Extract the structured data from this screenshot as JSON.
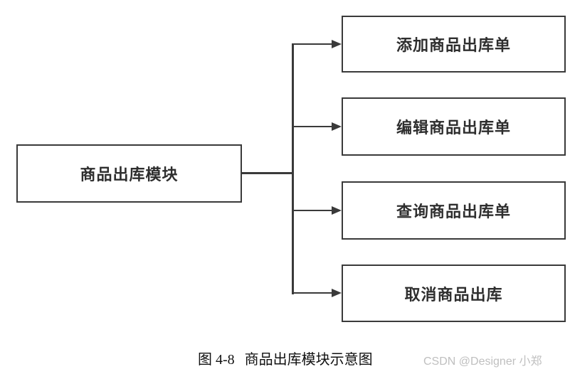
{
  "diagram": {
    "root": {
      "label": "商品出库模块"
    },
    "children": [
      {
        "label": "添加商品出库单"
      },
      {
        "label": "编辑商品出库单"
      },
      {
        "label": "查询商品出库单"
      },
      {
        "label": "取消商品出库"
      }
    ]
  },
  "caption": {
    "figure_number": "图 4-8",
    "title": "商品出库模块示意图"
  },
  "watermark": {
    "text": "CSDN @Designer 小郑"
  },
  "colors": {
    "line": "#3a3a3a",
    "box_border": "#3a3a3a",
    "box_text": "#2e2e2e",
    "caption_text": "#111111",
    "watermark_text": "#bfbfbf",
    "background": "#ffffff"
  }
}
